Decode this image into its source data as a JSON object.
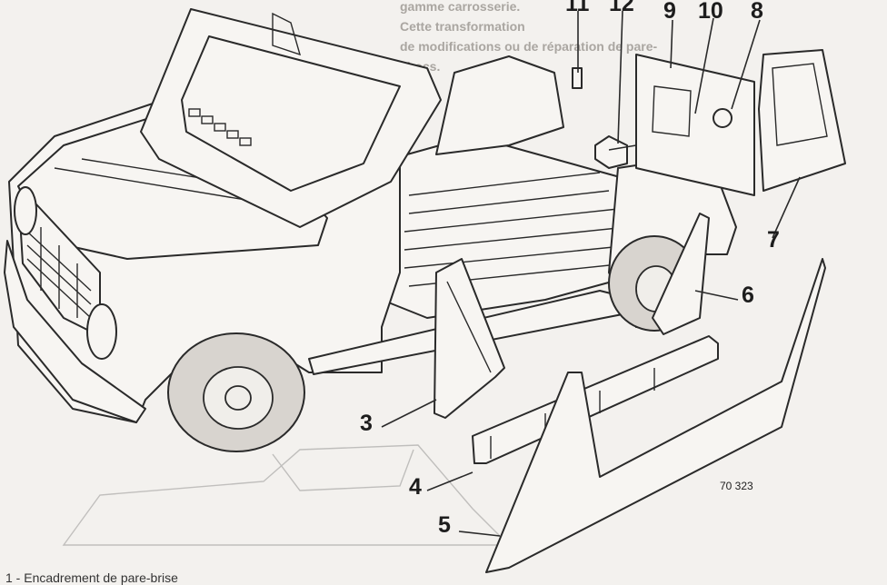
{
  "callouts": {
    "c3": "3",
    "c4": "4",
    "c5": "5",
    "c6": "6",
    "c7": "7",
    "c8": "8",
    "c9": "9",
    "c10": "10",
    "c11": "11",
    "c12": "12"
  },
  "reference_code": "70 323",
  "background_text": {
    "l1": "gamme carrosserie.",
    "l2": "Cette transformation",
    "l3": "de modifications ou de réparation de pare-",
    "l4": "chocs."
  },
  "footer_caption": "1 - Encadrement de pare-brise"
}
